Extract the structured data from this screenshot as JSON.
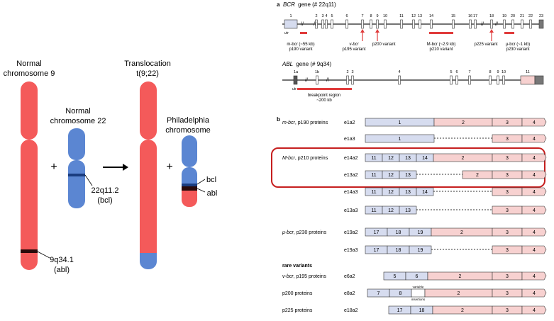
{
  "left_panel": {
    "chr9_title": [
      "Normal",
      "chromosome 9"
    ],
    "chr22_title": [
      "Normal",
      "chromosome 22"
    ],
    "translocation_title": [
      "Translocation",
      "t(9;22)"
    ],
    "ph_title": [
      "Philadelphia",
      "chromosome"
    ],
    "band_22": [
      "22q11.2",
      "(bcl)"
    ],
    "band_9": [
      "9q34.1",
      "(abl)"
    ],
    "ph_bcl": "bcl",
    "ph_abl": "abl",
    "plus": "+",
    "colors": {
      "chr9": "#f45a5a",
      "chr22": "#5b86d2",
      "band": "#2a0a0a",
      "band22": "#1a3d80"
    }
  },
  "bcr_gene": {
    "panel": "a",
    "title_gene": "BCR",
    "title_rest": "gene (# 22q11)",
    "exons": [
      "1",
      "2",
      "3",
      "4",
      "5",
      "6",
      "7",
      "8",
      "9",
      "10",
      "11",
      "12",
      "13",
      "14",
      "15",
      "16",
      "17",
      "18",
      "19",
      "20",
      "21",
      "22",
      "23"
    ],
    "utr": "utr",
    "breakpoints": [
      [
        "m-bcr (~55 kb)",
        "p190 variant"
      ],
      [
        "v-bcr",
        "p195 variant"
      ],
      [
        "p200 variant"
      ],
      [
        "M-bcr (~2.9 kb)",
        "p210 variant"
      ],
      [
        "p225 variant"
      ],
      [
        "μ-bcr (~1 kb)",
        "p230 variant"
      ]
    ]
  },
  "abl_gene": {
    "title_gene": "ABL",
    "title_rest": "gene (# 9q34)",
    "exons": [
      "1a",
      "1b",
      "2",
      "3",
      "4",
      "5",
      "6",
      "7",
      "8",
      "9",
      "10",
      "11"
    ],
    "utr": "utr",
    "breakpoint_region": [
      "breakpoint region",
      "~200 kb"
    ]
  },
  "proteins": {
    "panel": "b",
    "groups": [
      {
        "label": "m-bcr, p190 proteins",
        "italic": "m-bcr",
        "rows": [
          {
            "name": "e1a2",
            "bcr": [
              "1"
            ],
            "gap": false,
            "abl": [
              "2",
              "3",
              "4"
            ]
          },
          {
            "name": "e1a3",
            "bcr": [
              "1"
            ],
            "gap": true,
            "abl": [
              "3",
              "4"
            ]
          }
        ]
      },
      {
        "label": "M-bcr, p210 proteins",
        "italic": "M-bcr",
        "rows": [
          {
            "name": "e14a2",
            "bcr": [
              "11",
              "12",
              "13",
              "14"
            ],
            "gap": false,
            "abl": [
              "2",
              "3",
              "4"
            ]
          },
          {
            "name": "e13a2",
            "bcr": [
              "11",
              "12",
              "13"
            ],
            "gap": true,
            "abl": [
              "2",
              "3",
              "4"
            ]
          },
          {
            "name": "e14a3",
            "bcr": [
              "11",
              "12",
              "13",
              "14"
            ],
            "gap": true,
            "abl": [
              "3",
              "4"
            ]
          },
          {
            "name": "e13a3",
            "bcr": [
              "11",
              "12",
              "13"
            ],
            "gap": true,
            "abl": [
              "3",
              "4"
            ]
          }
        ]
      },
      {
        "label": "μ-bcr, p230 proteins",
        "italic": "μ-bcr",
        "rows": [
          {
            "name": "e19a2",
            "bcr": [
              "17",
              "18",
              "19"
            ],
            "gap": false,
            "abl": [
              "2",
              "3",
              "4"
            ]
          },
          {
            "name": "e19a3",
            "bcr": [
              "17",
              "18",
              "19"
            ],
            "gap": true,
            "abl": [
              "3",
              "4"
            ]
          }
        ]
      }
    ],
    "rare_title": "rare variants",
    "rare": [
      {
        "label": "v-bcr, p195 proteins",
        "name": "e6a2",
        "bcr": [
          "5",
          "6"
        ],
        "abl": [
          "2",
          "3",
          "4"
        ]
      },
      {
        "label": "p200 proteins",
        "name": "e8a2",
        "bcr": [
          "7",
          "8"
        ],
        "insert": [
          "variable",
          "insertions"
        ],
        "abl": [
          "2",
          "3",
          "4"
        ]
      },
      {
        "label": "p225 proteins",
        "name": "e18a2",
        "bcr": [
          "17",
          "18"
        ],
        "abl": [
          "2",
          "3",
          "4"
        ]
      }
    ],
    "colors": {
      "bcr": "#d6dcef",
      "abl": "#f7d1d0",
      "highlight": "#c61f1f",
      "breakpoint": "#e03b3b"
    }
  }
}
